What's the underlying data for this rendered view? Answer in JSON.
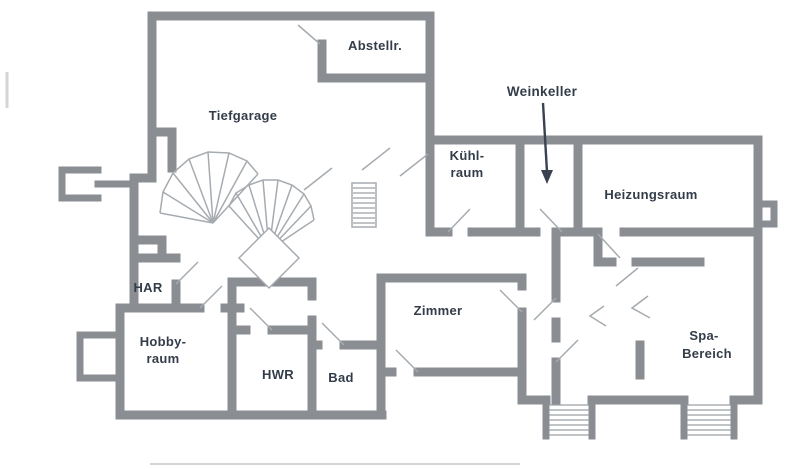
{
  "meta": {
    "colors": {
      "wall": "#8a8e93",
      "thin_line": "#a6abb0",
      "label_text": "#333c49",
      "arrow": "#3a4150",
      "background": "#ffffff"
    }
  },
  "labels": {
    "abstellraum": "Abstellr.",
    "tiefgarage": "Tiefgarage",
    "weinkeller": "Weinkeller",
    "kuehlraum_1": "Kühl-",
    "kuehlraum_2": "raum",
    "heizungsraum": "Heizungsraum",
    "har": "HAR",
    "hobbyraum_1": "Hobby-",
    "hobbyraum_2": "raum",
    "hwr": "HWR",
    "bad": "Bad",
    "zimmer": "Zimmer",
    "spa_1": "Spa-",
    "spa_2": "Bereich"
  }
}
